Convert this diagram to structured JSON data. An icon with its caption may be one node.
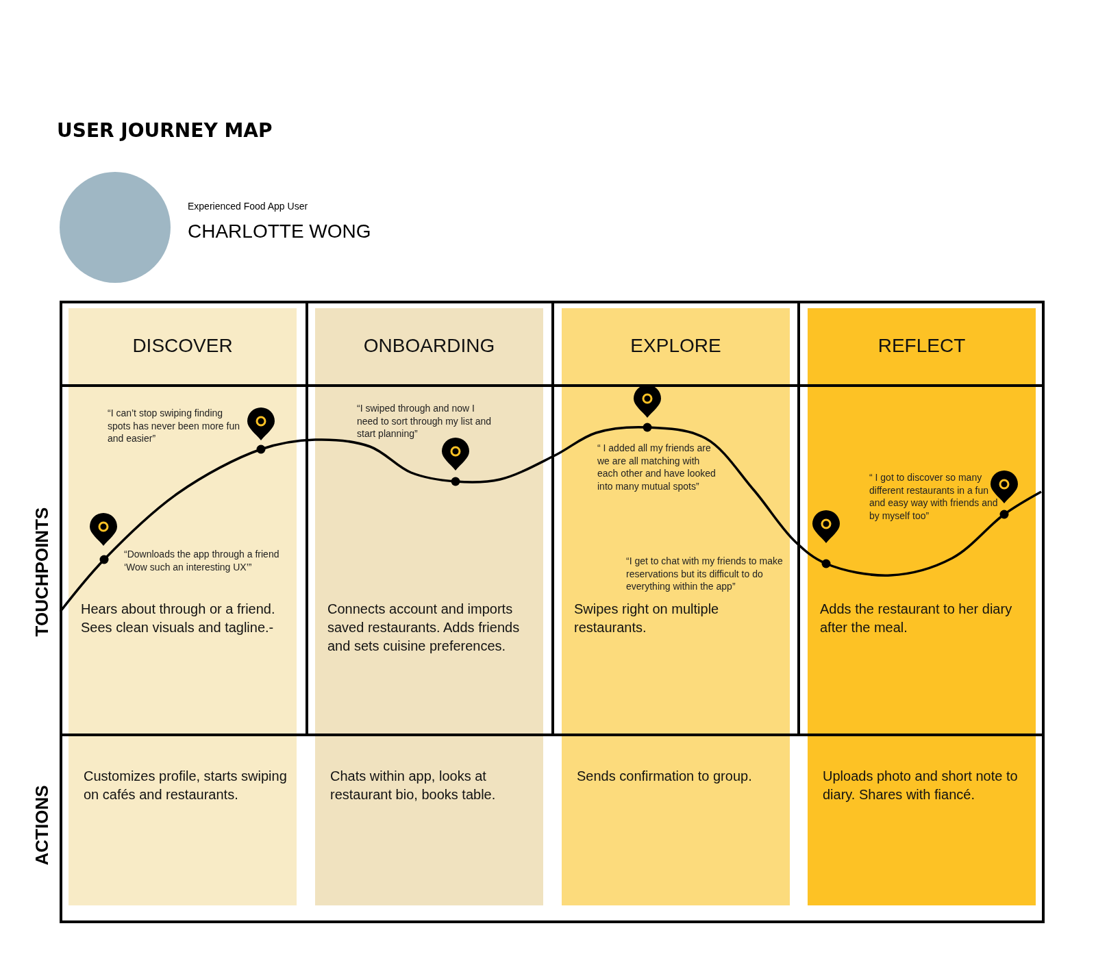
{
  "diagram": {
    "title": "USER JOURNEY MAP",
    "nodes": [
      {
        "text": [
          "DISCOVER"
        ]
      },
      {
        "text": [
          "ONBOARDING"
        ]
      },
      {
        "text": [
          "EXPLORE"
        ]
      },
      {
        "text": [
          "REFLECT"
        ]
      },
      {
        "text": [
          "Hears about through or a friend. Sees clean visuals and tagline.-"
        ]
      },
      {
        "text": [
          "Connects account and imports saved restaurants. Adds friends and sets cuisine preferences."
        ]
      },
      {
        "text": [
          "Swipes right on multiple restaurants."
        ]
      },
      {
        "text": [
          "Adds the restaurant to her diary after the meal."
        ]
      },
      {
        "text": [
          "Customizes profile, starts swiping on cafés and restaurants."
        ]
      },
      {
        "text": [
          "Chats within app, looks at restaurant bio, books table."
        ]
      },
      {
        "text": [
          "Sends confirmation to group."
        ]
      },
      {
        "text": [
          "Uploads photo and short note to diary. Shares with fiancé."
        ]
      }
    ],
    "labels": [
      "Experienced Food App User",
      "CHARLOTTE WONG",
      "TOUCHPOINTS",
      "ACTIONS",
      "“I can’t stop swiping finding spots has never been more fun and easier”",
      "“Downloads the app through a friend ‘Wow such an interesting UX’”",
      "“I swiped through and now I need to sort through my list and start planning”",
      "“ I added all my friends are we are all matching with each other and have looked into many mutual spots”",
      "“I get to chat with my friends to make reservations but its difficult to do everything within the app”",
      "“ I got to discover so many different restaurants in a fun and easy way with friends and by myself too”"
    ]
  }
}
